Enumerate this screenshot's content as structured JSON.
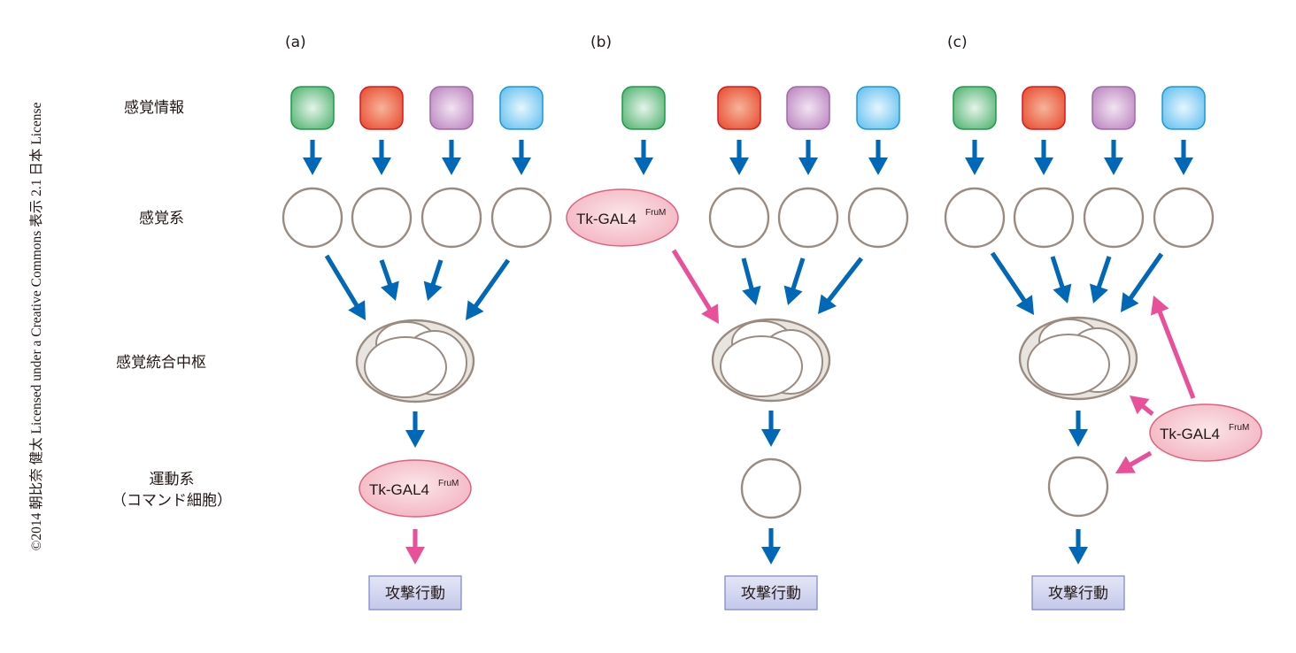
{
  "copyright": "©2014 朝比奈 健太 Licensed under a Creative Commons 表示 2.1 日本 License",
  "row_labels": {
    "sensory_info": "感覚情報",
    "sensory_system": "感覚系",
    "integration_center": "感覚統合中枢",
    "motor_system_line1": "運動系",
    "motor_system_line2": "（コマンド細胞）"
  },
  "panels": [
    {
      "id": "a",
      "label": "(a)",
      "tk_position": "motor-system",
      "output_label": "攻撃行動"
    },
    {
      "id": "b",
      "label": "(b)",
      "tk_position": "sensory-system",
      "output_label": "攻撃行動"
    },
    {
      "id": "c",
      "label": "(c)",
      "tk_position": "modulator-beside",
      "output_label": "攻撃行動"
    }
  ],
  "neuron_label": {
    "main": "Tk-GAL4",
    "superscript": "FruM"
  },
  "stimulus_colors": [
    {
      "name": "green",
      "fill": "#5cb87a",
      "stroke": "#1f9a4a",
      "center": "#e6f4ea"
    },
    {
      "name": "red",
      "fill": "#e8553a",
      "stroke": "#d7191c",
      "center": "#f6b49a"
    },
    {
      "name": "purple",
      "fill": "#c08cc4",
      "stroke": "#9e6aa6",
      "center": "#f2e4f2"
    },
    {
      "name": "cyan",
      "fill": "#6cc4f0",
      "stroke": "#1a98d5",
      "center": "#e6f6fd"
    }
  ],
  "colors": {
    "arrow_blue": "#0068b7",
    "arrow_pink": "#e9509a",
    "cell_stroke": "#9a8b80",
    "cell_fill_gray": "#e8e4e0",
    "tk_fill": "#f3b4c0",
    "tk_stroke": "#e0607e",
    "output_fill": "#c4c8ea",
    "output_stroke": "#7a84c8"
  }
}
